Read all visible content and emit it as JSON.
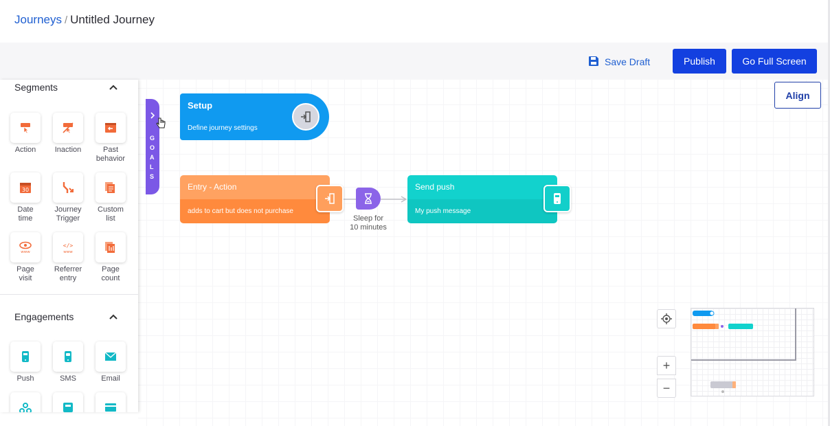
{
  "breadcrumb": {
    "root": "Journeys",
    "separator": "/",
    "current": "Untitled Journey"
  },
  "toolbar": {
    "save_draft": "Save Draft",
    "publish": "Publish",
    "full_screen": "Go Full Screen"
  },
  "canvas": {
    "align": "Align"
  },
  "sidebar": {
    "segments": {
      "title": "Segments",
      "items": [
        {
          "label": "Action",
          "icon": "action-icon"
        },
        {
          "label": "Inaction",
          "icon": "inaction-icon"
        },
        {
          "label": "Past behavior",
          "icon": "past-behavior-icon"
        },
        {
          "label": "Date time",
          "icon": "calendar-icon"
        },
        {
          "label": "Journey Trigger",
          "icon": "journey-trigger-icon"
        },
        {
          "label": "Custom list",
          "icon": "custom-list-icon"
        },
        {
          "label": "Page visit",
          "icon": "eye-www-icon"
        },
        {
          "label": "Referrer entry",
          "icon": "code-www-icon"
        },
        {
          "label": "Page count",
          "icon": "page-count-icon"
        }
      ]
    },
    "engagements": {
      "title": "Engagements",
      "items": [
        {
          "label": "Push",
          "icon": "push-icon"
        },
        {
          "label": "SMS",
          "icon": "sms-icon"
        },
        {
          "label": "Email",
          "icon": "email-icon"
        }
      ]
    }
  },
  "goals": {
    "label": "GOALS"
  },
  "nodes": {
    "setup": {
      "title": "Setup",
      "subtitle": "Define journey settings"
    },
    "entry": {
      "title": "Entry - Action",
      "subtitle": "adds to cart but does not purchase"
    },
    "sleep": {
      "line1": "Sleep for",
      "line2": "10 minutes"
    },
    "push": {
      "title": "Send push",
      "subtitle": "My push message"
    }
  },
  "controls": {
    "zoom_in": "+",
    "zoom_out": "−"
  },
  "colors": {
    "primary": "#1340e0",
    "link": "#1f5fd1",
    "setup": "#109af0",
    "entry": "#ff8a3d",
    "sleep": "#8b64e8",
    "push": "#12d2cd",
    "segment_icon": "#f26b3a",
    "engagement_icon": "#12b9c6"
  }
}
